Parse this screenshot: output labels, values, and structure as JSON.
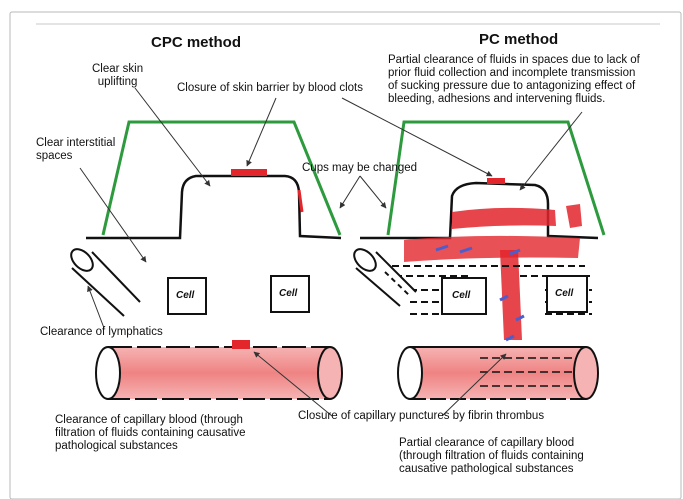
{
  "headers": {
    "cpc": "CPC method",
    "pc": "PC method"
  },
  "cpc_labels": {
    "clear_skin": "Clear skin\nuplifting",
    "closure_skin": "Closure of skin barrier by blood clots",
    "interstitial": "Clear interstitial\nspaces",
    "cups": "Cups may be changed",
    "lymphatics": "Clearance of lymphatics",
    "capillary": "Clearance of capillary blood (through\nfiltration of fluids containing causative\npathological substances",
    "fibrin": "Closure of capillary punctures by fibrin thrombus"
  },
  "pc_labels": {
    "partial_fluids": "Partial clearance of fluids in  spaces due to lack of\nprior fluid collection and incomplete transmission\nof sucking pressure due to antagonizing effect of\nbleeding, adhesions and intervening fluids.",
    "partial_capillary": "Partial clearance of capillary blood\n(through filtration of fluids containing\ncausative pathological substances"
  },
  "cells": {
    "label": "Cell"
  },
  "colors": {
    "cup": "#2e9a3e",
    "blood": "#f08a8a",
    "blood_dark": "#e2252b",
    "clot": "#e3262c",
    "fibrin_blue": "#4a5fcf",
    "frame": "#b8b8b8"
  }
}
